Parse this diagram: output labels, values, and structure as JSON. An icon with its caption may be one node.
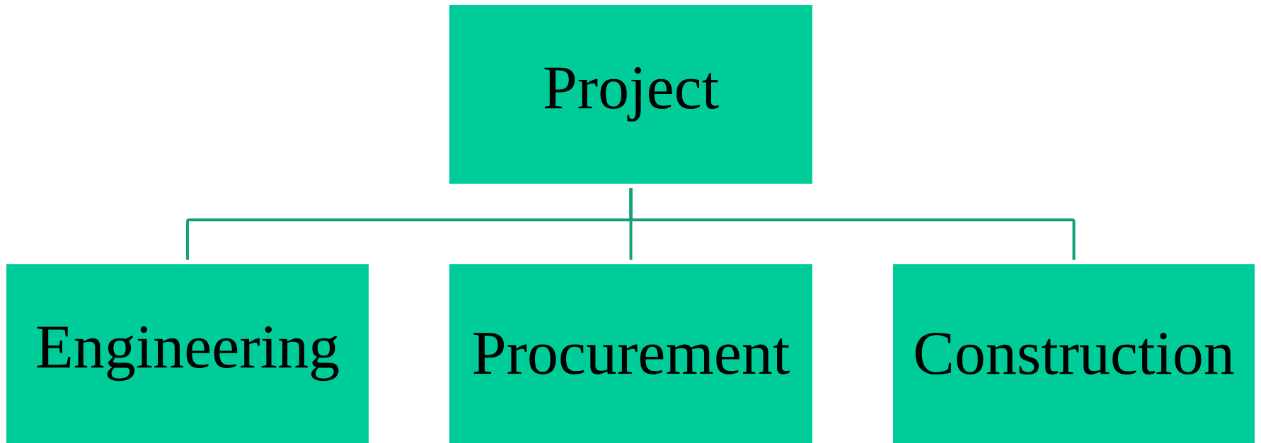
{
  "diagram": {
    "nodes": [
      {
        "text": [
          "Project"
        ]
      },
      {
        "text": [
          "Engineering"
        ]
      },
      {
        "text": [
          "Procurement"
        ]
      },
      {
        "text": [
          "Construction"
        ]
      }
    ],
    "edges": [
      {
        "from": 0,
        "to": 1,
        "arrow": "none"
      },
      {
        "from": 0,
        "to": 2,
        "arrow": "none"
      },
      {
        "from": 0,
        "to": 3,
        "arrow": "none"
      }
    ]
  }
}
